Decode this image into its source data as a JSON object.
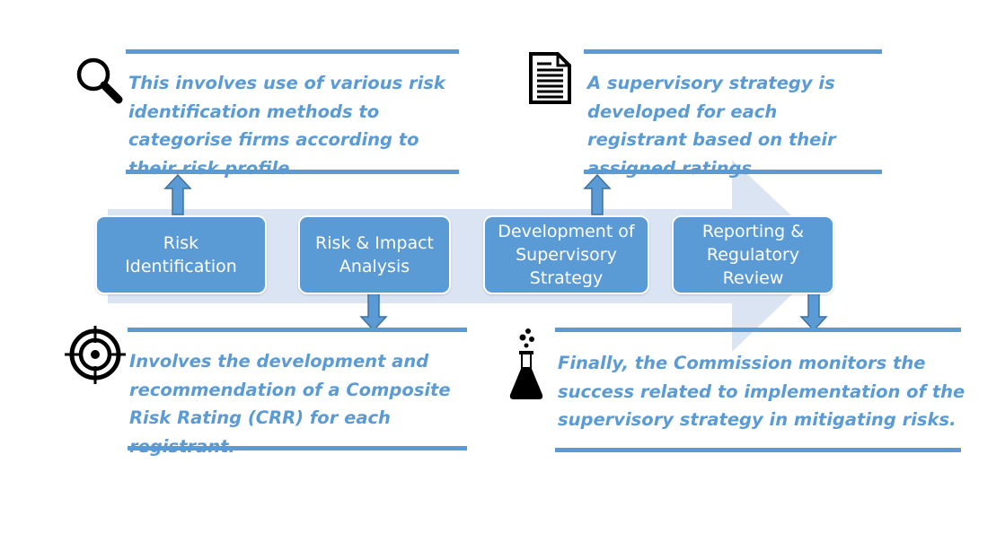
{
  "steps": [
    {
      "label": "Risk\nIdentification"
    },
    {
      "label": "Risk & Impact\nAnalysis"
    },
    {
      "label": "Development of\nSupervisory\nStrategy"
    },
    {
      "label": "Reporting &\nRegulatory\nReview"
    }
  ],
  "descriptions": {
    "identification": "This involves use of various risk identification methods to categorise firms according to their risk profile.",
    "strategy": "A supervisory strategy is developed for each registrant based on their assigned ratings.",
    "analysis": "Involves the development and recommendation of a Composite Risk Rating (CRR) for each registrant.",
    "review": "Finally, the Commission monitors the success related to implementation of the supervisory strategy in mitigating risks."
  },
  "icons": {
    "identification": "magnifier-icon",
    "strategy": "document-icon",
    "analysis": "crosshair-target-icon",
    "review": "lab-flask-icon"
  },
  "colors": {
    "accent": "#5b9bd5",
    "arrow_background": "#dbe4f3",
    "step_text": "#ffffff"
  }
}
